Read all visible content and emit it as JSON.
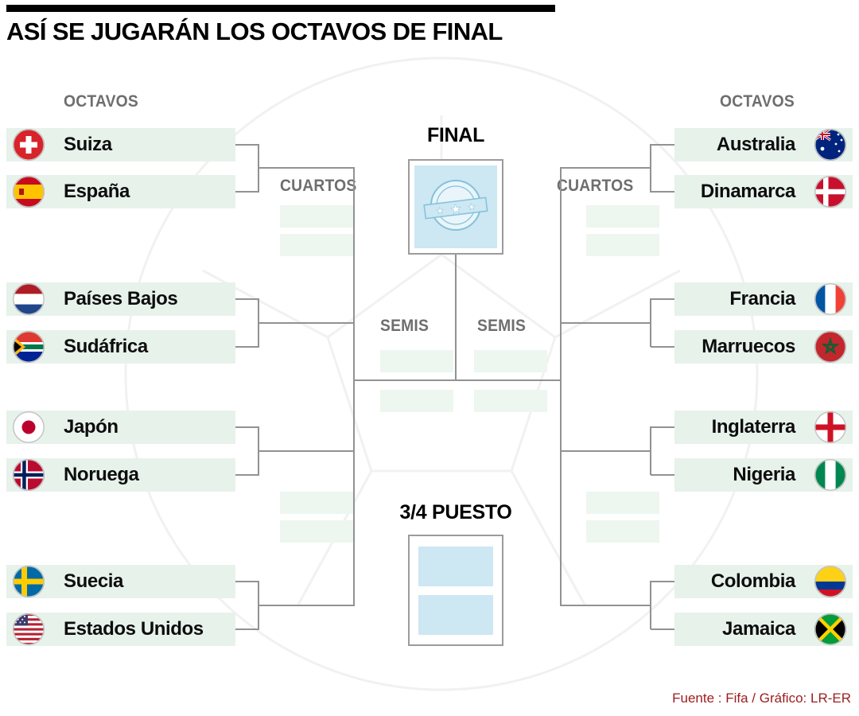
{
  "title": "ASÍ SE JUGARÁN LOS OCTAVOS DE FINAL",
  "stages": {
    "octavos": "OCTAVOS",
    "cuartos": "CUARTOS",
    "semis": "SEMIS",
    "final": "FINAL",
    "third_place": "3/4 PUESTO"
  },
  "left": {
    "teams": [
      {
        "name": "Suiza",
        "flag": "switzerland-flag-icon"
      },
      {
        "name": "España",
        "flag": "spain-flag-icon"
      },
      {
        "name": "Países Bajos",
        "flag": "netherlands-flag-icon"
      },
      {
        "name": "Sudáfrica",
        "flag": "south-africa-flag-icon"
      },
      {
        "name": "Japón",
        "flag": "japan-flag-icon"
      },
      {
        "name": "Noruega",
        "flag": "norway-flag-icon"
      },
      {
        "name": "Suecia",
        "flag": "sweden-flag-icon"
      },
      {
        "name": "Estados Unidos",
        "flag": "usa-flag-icon"
      }
    ]
  },
  "right": {
    "teams": [
      {
        "name": "Australia",
        "flag": "australia-flag-icon"
      },
      {
        "name": "Dinamarca",
        "flag": "denmark-flag-icon"
      },
      {
        "name": "Francia",
        "flag": "france-flag-icon"
      },
      {
        "name": "Marruecos",
        "flag": "morocco-flag-icon"
      },
      {
        "name": "Inglaterra",
        "flag": "england-flag-icon"
      },
      {
        "name": "Nigeria",
        "flag": "nigeria-flag-icon"
      },
      {
        "name": "Colombia",
        "flag": "colombia-flag-icon"
      },
      {
        "name": "Jamaica",
        "flag": "jamaica-flag-icon"
      }
    ]
  },
  "footer": "Fuente : Fifa / Gráfico: LR-ER",
  "colors": {
    "team_row_bg": "#e7f2eb",
    "slot_bg": "#edf6ef",
    "center_blue": "#cde7f3",
    "bracket_line": "#929292",
    "footer_text": "#9c1b1e",
    "title_bar": "#000000"
  }
}
